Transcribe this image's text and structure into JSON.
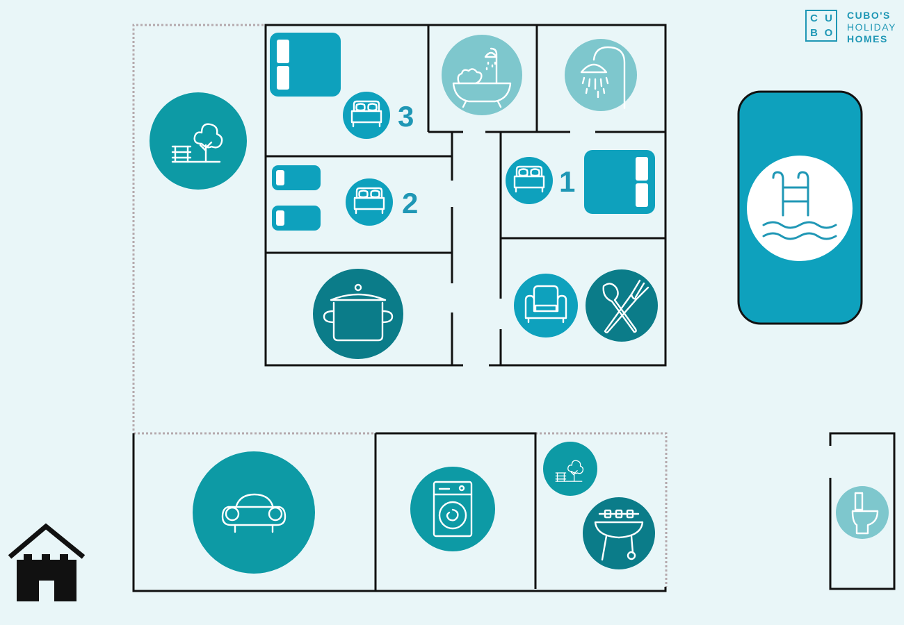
{
  "brand": {
    "monogram": [
      "C",
      "U",
      "B",
      "O"
    ],
    "line1": "CUBO'S",
    "line2": "HOLIDAY",
    "line3": "HOMES"
  },
  "rooms": {
    "bedroom_1": {
      "number": "1"
    },
    "bedroom_2": {
      "number": "2"
    },
    "bedroom_3": {
      "number": "3"
    }
  },
  "icons": [
    "garden-icon",
    "double-bed-icon",
    "single-bed-icon",
    "bathtub-icon",
    "shower-icon",
    "kitchen-pot-icon",
    "armchair-icon",
    "dining-cutlery-icon",
    "swimming-pool-icon",
    "car-icon",
    "washing-machine-icon",
    "barbecue-icon",
    "toilet-icon",
    "home-icon"
  ],
  "colors": {
    "background": "#e9f6f8",
    "teal_dark": "#0b7c89",
    "teal": "#0d9aa5",
    "blue": "#0ea1bd",
    "light_teal": "#7ec7cd",
    "accent_text": "#1f97b5",
    "walls": "#111111",
    "dotted_boundary": "#b5a9ad"
  }
}
